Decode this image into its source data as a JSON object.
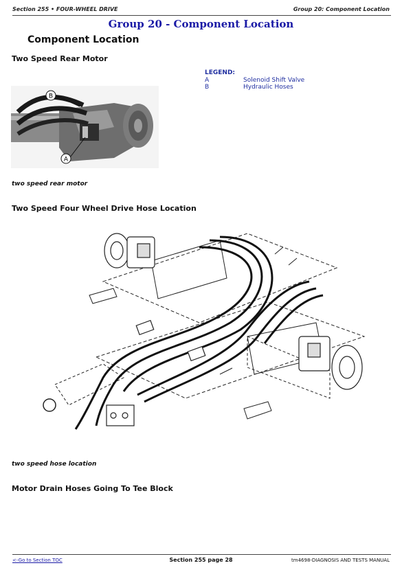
{
  "header": {
    "left": "Section 255 • FOUR-WHEEL DRIVE",
    "right": "Group 20: Component Location"
  },
  "group_title": "Group 20 - Component Location",
  "section_title": "Component Location",
  "figures": [
    {
      "heading": "Two Speed Rear Motor",
      "callouts": [
        "B",
        "A"
      ],
      "caption": "two speed rear motor"
    },
    {
      "heading": "Two Speed Four Wheel Drive Hose Location",
      "caption": "two speed hose location"
    }
  ],
  "legend": {
    "title": "LEGEND:",
    "items": [
      {
        "key": "A",
        "text": "Solenoid Shift Valve"
      },
      {
        "key": "B",
        "text": "Hydraulic Hoses"
      }
    ]
  },
  "next_heading": "Motor Drain Hoses Going To Tee Block",
  "footer": {
    "link": "<-Go to Section TOC",
    "center": "Section 255 page 28",
    "right": "tm4698-DIAGNOSIS AND TESTS MANUAL"
  }
}
